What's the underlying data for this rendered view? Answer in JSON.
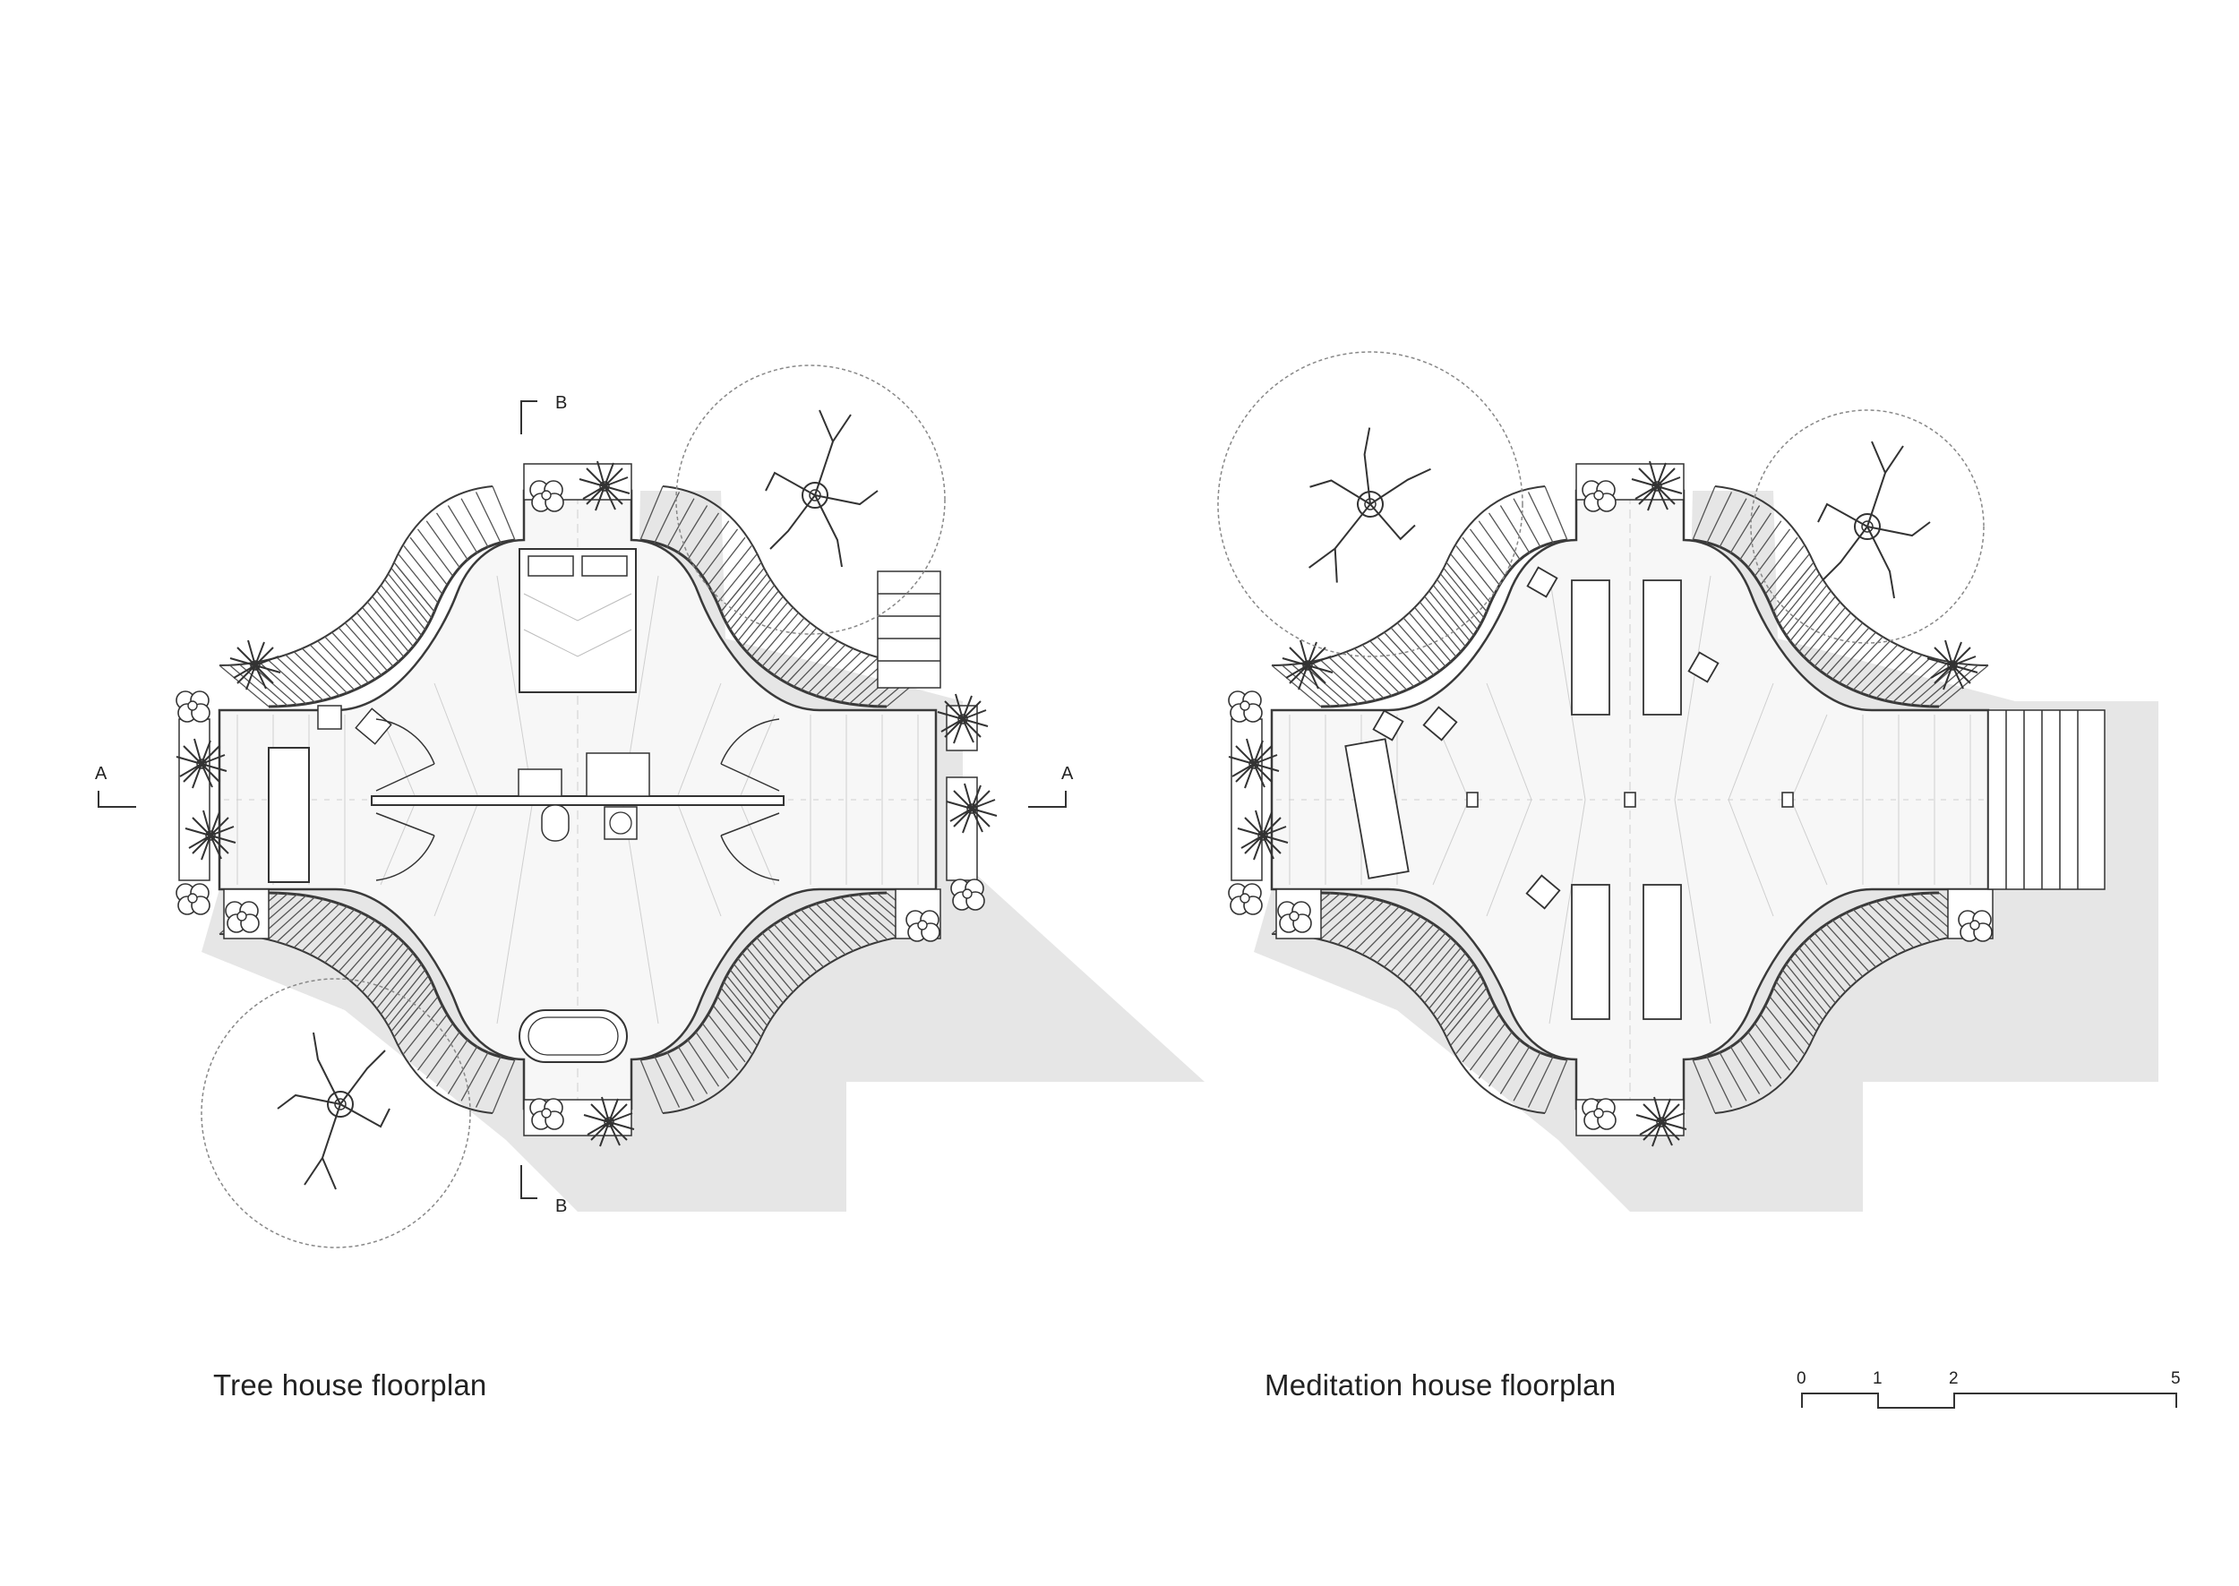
{
  "plans": {
    "tree_house": {
      "caption": "Tree house floorplan",
      "section_a": "A",
      "section_b": "B"
    },
    "meditation_house": {
      "caption": "Meditation house floorplan"
    }
  },
  "scale_bar": {
    "ticks": [
      "0",
      "1",
      "2",
      "5"
    ]
  },
  "colors": {
    "line": "#3a3a3a",
    "shadow": "#e6e6e6",
    "floor": "#f7f7f7",
    "background": "#ffffff"
  }
}
